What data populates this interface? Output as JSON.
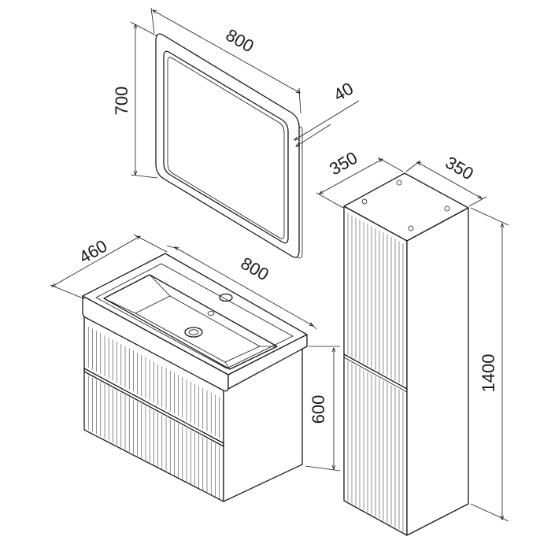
{
  "dimensions": {
    "mirror_width": "800",
    "mirror_height": "700",
    "mirror_depth": "40",
    "vanity_depth": "460",
    "vanity_width": "800",
    "vanity_height": "600",
    "column_depth": "350",
    "column_width": "350",
    "column_height": "1400"
  }
}
